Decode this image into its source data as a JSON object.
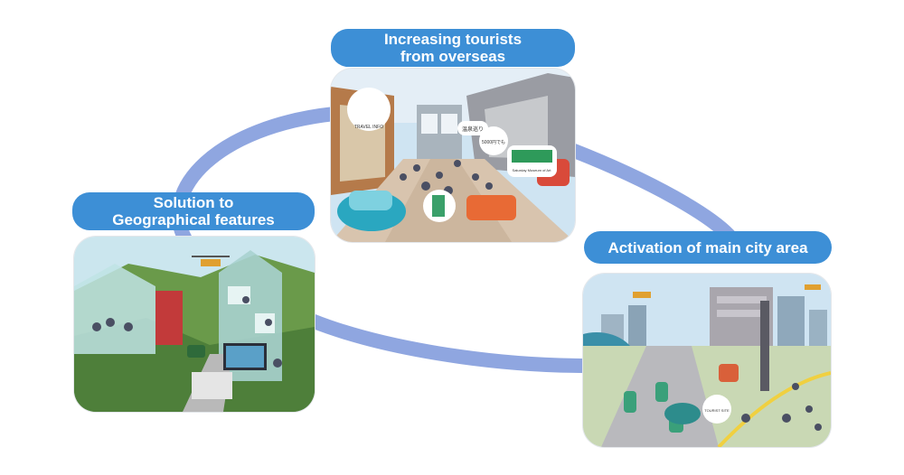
{
  "diagram": {
    "nodes": [
      {
        "id": "tourists",
        "label": "Increasing tourists\nfrom overseas",
        "icon": "shopping-street-illustration"
      },
      {
        "id": "geography",
        "label": "Solution to\nGeographical features",
        "icon": "hillside-town-illustration"
      },
      {
        "id": "city",
        "label": "Activation of main city area",
        "icon": "city-center-illustration"
      }
    ],
    "scene_text": {
      "tourists_signs": [
        "TRAVEL INFO",
        "温泉巡り",
        "5000円でも",
        "Saturday Museum of Art"
      ],
      "city_sign": "TOURIST SITE"
    },
    "colors": {
      "label_fill": "#3d8fd6",
      "ring": "#8fa6e0",
      "label_text": "#ffffff"
    }
  }
}
